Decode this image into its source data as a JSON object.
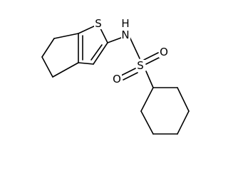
{
  "molecule": {
    "atoms": {
      "thiophene_sulfur": "S",
      "amide_nitrogen": "N",
      "amide_hydrogen": "H",
      "sulfonyl_sulfur": "S",
      "sulfonyl_oxygen_top": "O",
      "sulfonyl_oxygen_left": "O"
    }
  }
}
